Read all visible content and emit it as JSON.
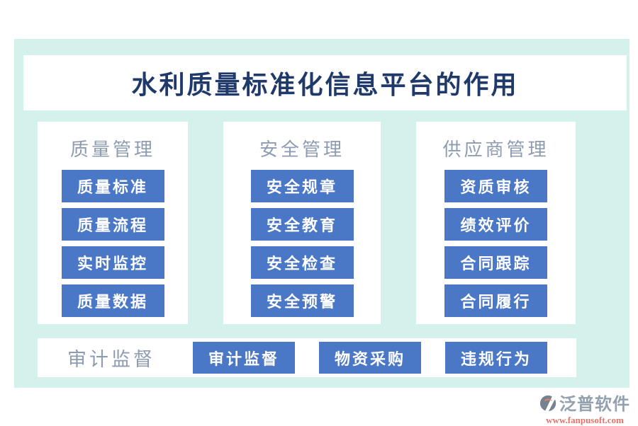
{
  "header": {
    "title": "水利质量标准化信息平台的作用"
  },
  "columns": [
    {
      "id": "quality",
      "header": "质量管理",
      "buttons": [
        "质量标准",
        "质量流程",
        "实时监控",
        "质量数据"
      ]
    },
    {
      "id": "safety",
      "header": "安全管理",
      "buttons": [
        "安全规章",
        "安全教育",
        "安全检查",
        "安全预警"
      ]
    },
    {
      "id": "supplier",
      "header": "供应商管理",
      "buttons": [
        "资质审核",
        "绩效评价",
        "合同跟踪",
        "合同履行"
      ]
    }
  ],
  "bottom_row": {
    "label": "审计监督",
    "buttons": [
      "审计监督",
      "物资采购",
      "违规行为"
    ]
  },
  "logo": {
    "name": "泛普软件",
    "url": "www.fanpusoft.com",
    "icon": "fanpu-logo-icon"
  },
  "colors": {
    "background_mint": "#d5f1ec",
    "panel_white": "#ffffff",
    "title_navy": "#1f3a6a",
    "button_blue": "#4a77c6",
    "button_text": "#ffffff",
    "section_header_gray": "#8d9cb2",
    "logo_gray": "#93a0ae",
    "logo_icon_slate": "#76828f",
    "logo_icon_orange": "#e2845f",
    "logo_url_salmon": "#e0766b"
  }
}
